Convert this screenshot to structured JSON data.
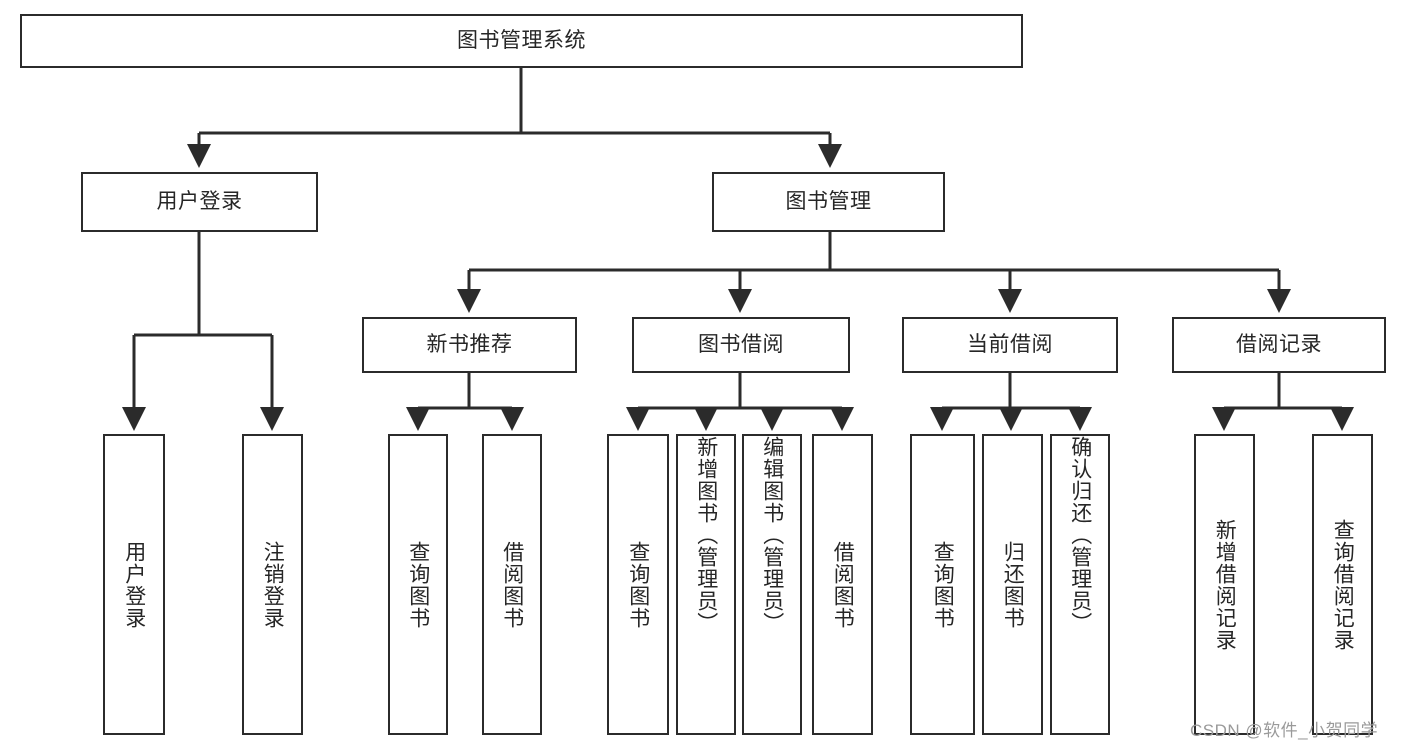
{
  "diagram": {
    "title": "图书管理系统",
    "type": "hierarchy-tree",
    "background_color": "#ffffff",
    "box_border_color": "#2b2b2b",
    "text_color": "#262626",
    "connector_color": "#2b2b2b",
    "levels": [
      {
        "level": 0,
        "nodes": [
          {
            "id": "root",
            "label": "图书管理系统",
            "orientation": "horizontal"
          }
        ]
      },
      {
        "level": 1,
        "nodes": [
          {
            "id": "login",
            "label": "用户登录",
            "orientation": "horizontal",
            "parent": "root"
          },
          {
            "id": "bookmgmt",
            "label": "图书管理",
            "orientation": "horizontal",
            "parent": "root"
          }
        ]
      },
      {
        "level": 2,
        "nodes": [
          {
            "id": "newbook",
            "label": "新书推荐",
            "orientation": "horizontal",
            "parent": "bookmgmt"
          },
          {
            "id": "borrow",
            "label": "图书借阅",
            "orientation": "horizontal",
            "parent": "bookmgmt"
          },
          {
            "id": "current",
            "label": "当前借阅",
            "orientation": "horizontal",
            "parent": "bookmgmt"
          },
          {
            "id": "records",
            "label": "借阅记录",
            "orientation": "horizontal",
            "parent": "bookmgmt"
          }
        ]
      },
      {
        "level": 3,
        "nodes": [
          {
            "id": "leaf-user-login",
            "label": "用户登录",
            "orientation": "vertical",
            "parent": "login"
          },
          {
            "id": "leaf-user-logout",
            "label": "注销登录",
            "orientation": "vertical",
            "parent": "login"
          },
          {
            "id": "leaf-query-book-1",
            "label": "查询图书",
            "orientation": "vertical",
            "parent": "newbook"
          },
          {
            "id": "leaf-borrow-book-1",
            "label": "借阅图书",
            "orientation": "vertical",
            "parent": "newbook"
          },
          {
            "id": "leaf-query-book-2",
            "label": "查询图书",
            "orientation": "vertical",
            "parent": "borrow"
          },
          {
            "id": "leaf-add-book",
            "label": "新增图书（管理员）",
            "orientation": "vertical",
            "parent": "borrow"
          },
          {
            "id": "leaf-edit-book",
            "label": "编辑图书（管理员）",
            "orientation": "vertical",
            "parent": "borrow"
          },
          {
            "id": "leaf-borrow-book-2",
            "label": "借阅图书",
            "orientation": "vertical",
            "parent": "borrow"
          },
          {
            "id": "leaf-query-book-3",
            "label": "查询图书",
            "orientation": "vertical",
            "parent": "current"
          },
          {
            "id": "leaf-return-book",
            "label": "归还图书",
            "orientation": "vertical",
            "parent": "current"
          },
          {
            "id": "leaf-confirm-return",
            "label": "确认归还（管理员）",
            "orientation": "vertical",
            "parent": "current"
          },
          {
            "id": "leaf-add-record",
            "label": "新增借阅记录",
            "orientation": "vertical",
            "parent": "records"
          },
          {
            "id": "leaf-query-record",
            "label": "查询借阅记录",
            "orientation": "vertical",
            "parent": "records"
          }
        ]
      }
    ]
  },
  "watermark": {
    "text": "CSDN @软件_小贺同学"
  }
}
